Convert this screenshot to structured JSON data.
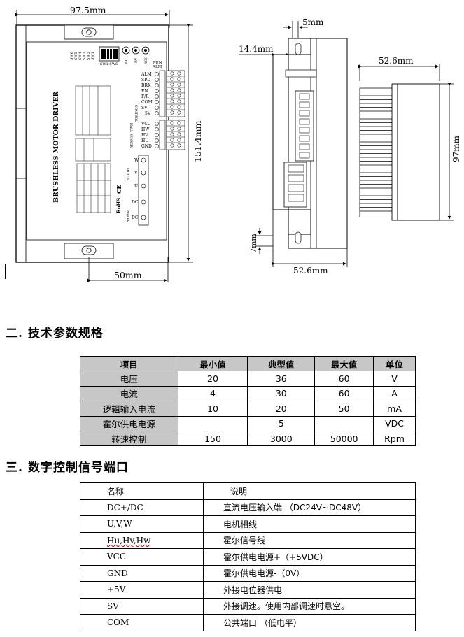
{
  "drawing": {
    "front_view": {
      "width_label": "97.5mm",
      "height_label": "151.4mm",
      "mount_label": "50mm",
      "product_name": "BRUSHLESS MOTOR DRIVER",
      "sw_labels": [
        "SW6",
        "SW5",
        "SW4",
        "SW3",
        "SW2",
        "SW1"
      ],
      "sw_caption": "SW1-SW6",
      "pot_labels": [
        "P-C",
        "RV",
        "ACC"
      ],
      "status_labels": [
        "RUN",
        "ALM"
      ],
      "control_pins": [
        "ALM",
        "SPD",
        "BRK",
        "EN",
        "F/R",
        "COM",
        "SV",
        "+5V"
      ],
      "hall_pins": [
        "VCC",
        "HW",
        "HV",
        "HU",
        "GND"
      ],
      "control_caption": "CONTROL",
      "hall_caption": "HALL SENSOR",
      "motor_caption": "MOTOR",
      "motor_pins": [
        "W",
        "V",
        "U"
      ],
      "power_caption": "POWER",
      "power_pins": [
        "DC+",
        "DC-"
      ],
      "marks": [
        "CE",
        "RoHS"
      ]
    },
    "side_view": {
      "tab_label": "5mm",
      "flange_label": "14.4mm",
      "bottom_label": "7mm",
      "width_label": "52.6mm"
    },
    "end_view": {
      "width_label": "52.6mm",
      "height_label": "97mm"
    }
  },
  "section2": {
    "title": "二. 技术参数规格",
    "headers": [
      "项目",
      "最小值",
      "典型值",
      "最大值",
      "单位"
    ],
    "rows": [
      [
        "电压",
        "20",
        "36",
        "60",
        "V"
      ],
      [
        "电流",
        "4",
        "30",
        "60",
        "A"
      ],
      [
        "逻辑输入电流",
        "10",
        "20",
        "50",
        "mA"
      ],
      [
        "霍尔供电电源",
        "",
        "5",
        "",
        "VDC"
      ],
      [
        "转速控制",
        "150",
        "3000",
        "50000",
        "Rpm"
      ]
    ]
  },
  "section3": {
    "title": "三. 数字控制信号端口",
    "headers": [
      "名称",
      "说明"
    ],
    "rows": [
      [
        "DC+/DC-",
        "直流电压输入端  （DC24V~DC48V）"
      ],
      [
        "U,V,W",
        "电机相线"
      ],
      [
        "Hu,Hv,Hw",
        "霍尔信号线"
      ],
      [
        "VCC",
        "霍尔供电电源+（+5VDC）"
      ],
      [
        "GND",
        "霍尔供电电源-（0V）"
      ],
      [
        "+5V",
        "外接电位器供电"
      ],
      [
        "SV",
        "外接调速。使用内部调速时悬空。"
      ],
      [
        "COM",
        "公共端口  （低电平）"
      ]
    ]
  }
}
